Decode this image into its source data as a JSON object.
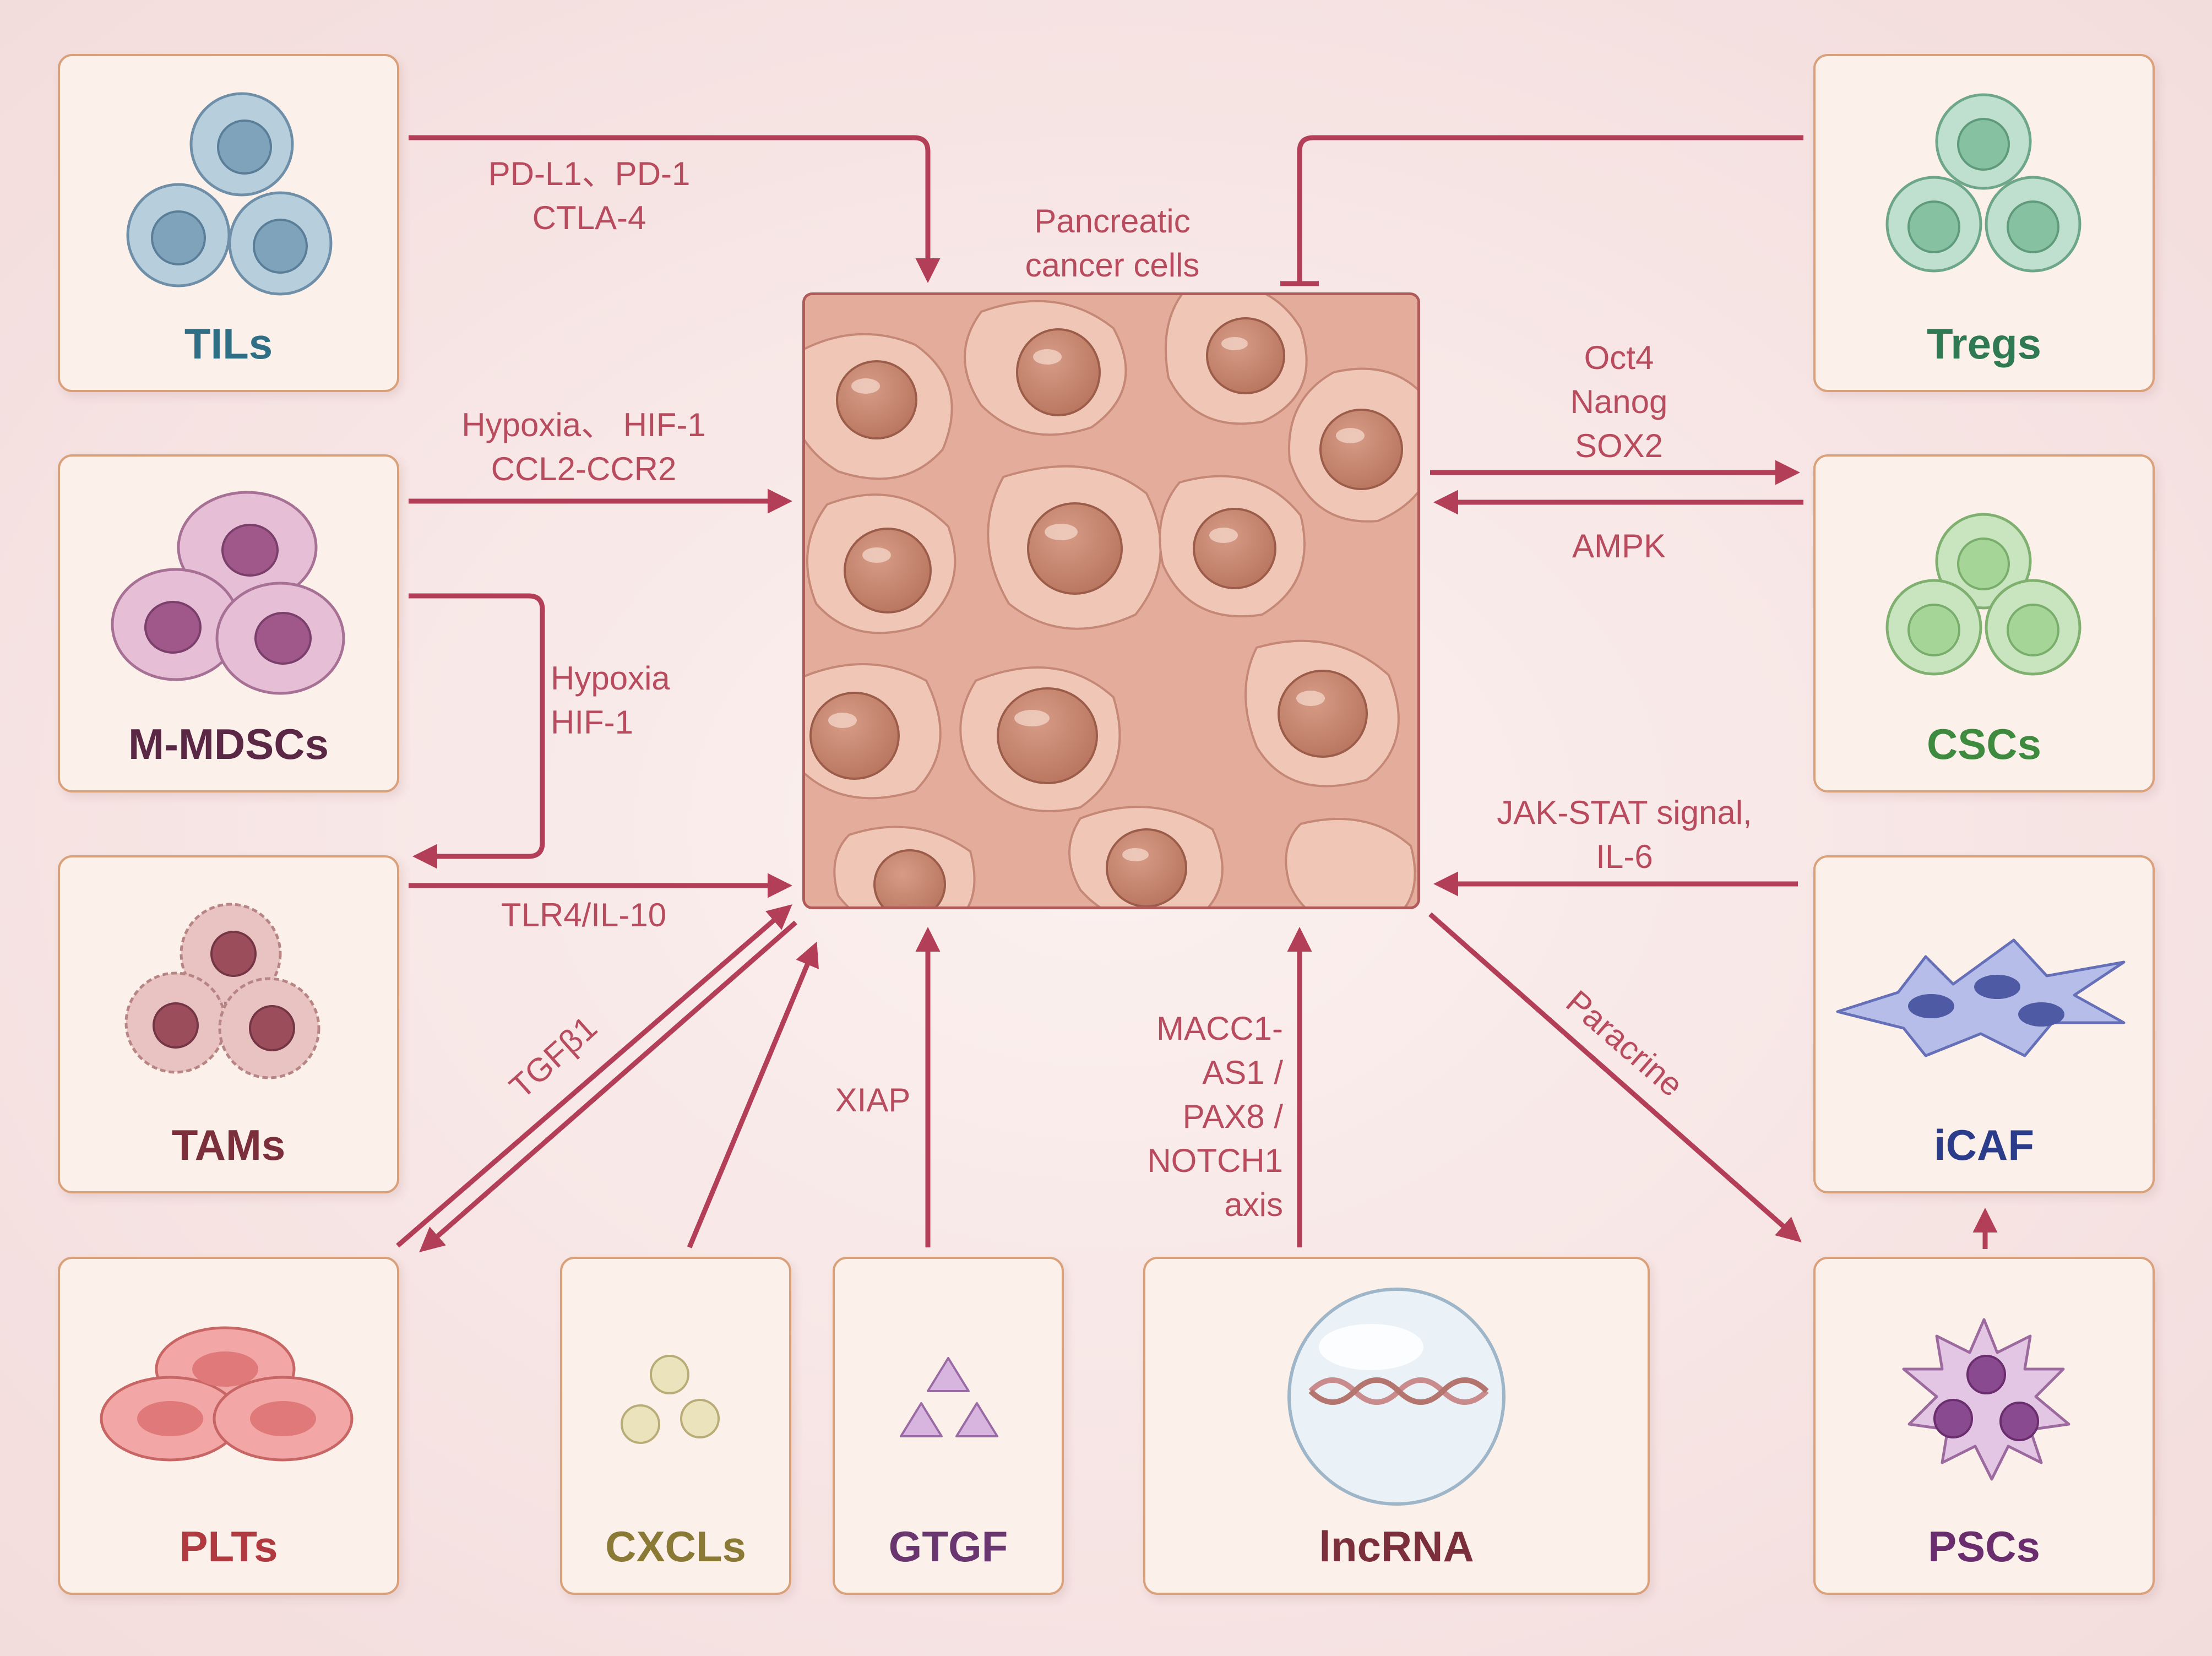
{
  "center": {
    "title": "Pancreatic\ncancer cells"
  },
  "boxes": {
    "tils": {
      "label": "TILs",
      "color": "#2f6f86"
    },
    "mmdscs": {
      "label": "M-MDSCs",
      "color": "#5a2745"
    },
    "tams": {
      "label": "TAMs",
      "color": "#7b2f3a"
    },
    "plts": {
      "label": "PLTs",
      "color": "#b03a3f"
    },
    "cxcls": {
      "label": "CXCLs",
      "color": "#8a7a35"
    },
    "gtgf": {
      "label": "GTGF",
      "color": "#6a3670"
    },
    "lncrna": {
      "label": "lncRNA",
      "color": "#7b2f3a"
    },
    "tregs": {
      "label": "Tregs",
      "color": "#2f7a53"
    },
    "cscs": {
      "label": "CSCs",
      "color": "#3e8a3f"
    },
    "icaf": {
      "label": "iCAF",
      "color": "#2b3c8a"
    },
    "pscs": {
      "label": "PSCs",
      "color": "#6a2d6e"
    }
  },
  "links": {
    "tils": "PD-L1、PD-1\nCTLA-4",
    "mmdscs": "Hypoxia、 HIF-1\nCCL2-CCR2",
    "mmdscs_tams": "Hypoxia\nHIF-1",
    "tams": "TLR4/IL-10",
    "plts": "TGFβ1",
    "gtgf": "XIAP",
    "lncrna": "MACC1-\nAS1 /\nPAX8 /\nNOTCH1\naxis",
    "cscs_out": "Oct4\nNanog\nSOX2",
    "cscs_in": "AMPK",
    "icaf": "JAK-STAT signal,\nIL-6",
    "pscs": "Paracrine"
  },
  "colors": {
    "arrow": "#b33e58",
    "label": "#b84b5e",
    "box_border": "#d9a07a",
    "box_fill": "#fcf1ea"
  }
}
